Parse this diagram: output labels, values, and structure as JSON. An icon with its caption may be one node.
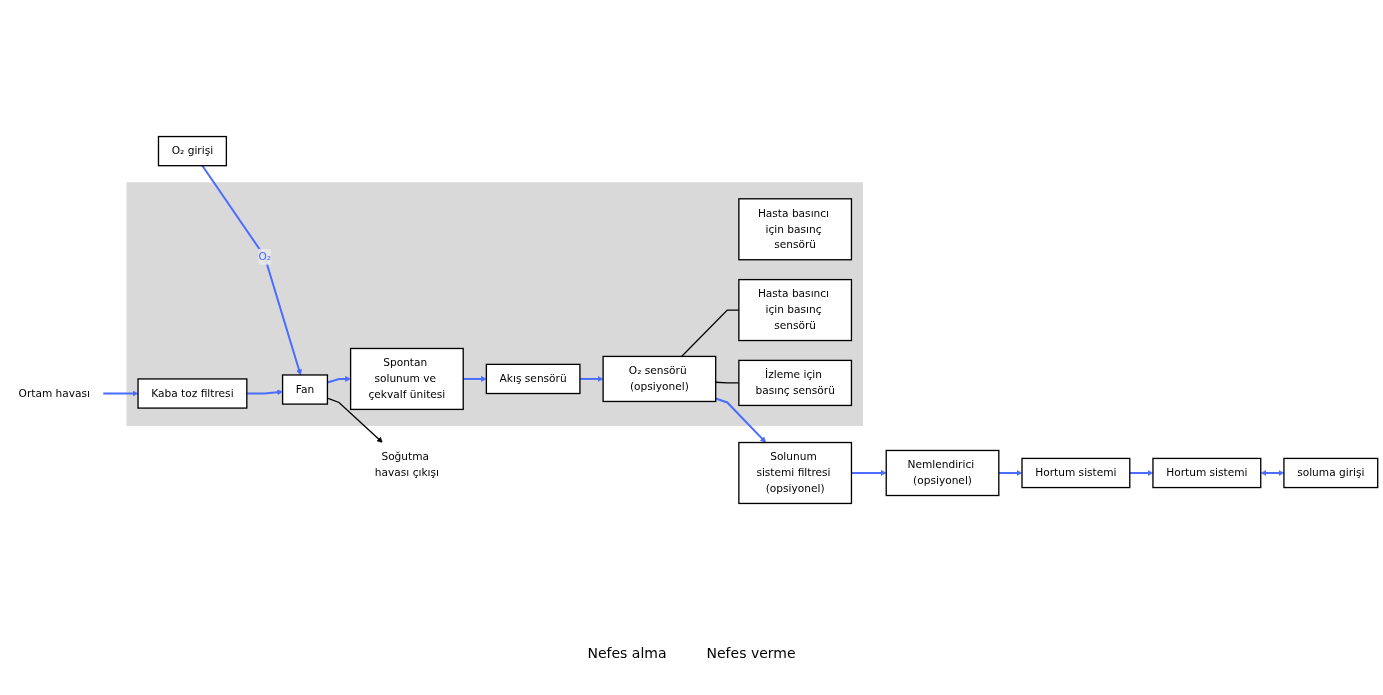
{
  "diagram": {
    "nodes": [
      {
        "text": [
          "O₂ girişi"
        ]
      },
      {
        "text": [],
        "shape": "box"
      },
      {
        "text": [
          "Kaba toz filtresi"
        ],
        "in": 1
      },
      {
        "text": [
          "Fan"
        ],
        "in": 1
      },
      {
        "text": [
          "Spontan solunum ve çekvalf ünitesi"
        ],
        "in": 1
      },
      {
        "text": [
          "Akış sensörü"
        ],
        "in": 1
      },
      {
        "text": [
          "O₂ sensörü (opsiyonel)"
        ],
        "in": 1
      },
      {
        "text": [
          "Hasta basıncı için basınç sensörü"
        ],
        "in": 1
      },
      {
        "text": [
          "Hasta basıncı için basınç sensörü"
        ],
        "in": 1
      },
      {
        "text": [
          "İzleme için basınç sensörü"
        ],
        "in": 1
      },
      {
        "text": [
          "Solunum sistemi filtresi (opsiyonel)"
        ]
      },
      {
        "text": [
          "Nemlendirici (opsiyonel)"
        ]
      },
      {
        "text": [
          "Hortum sistemi"
        ]
      },
      {
        "text": [
          "Hortum sistemi"
        ]
      },
      {
        "text": [
          "soluma girişi"
        ]
      },
      {
        "text": [
          "Ortam havası"
        ]
      },
      {
        "text": [
          "Soğutma havası çıkışı"
        ]
      }
    ],
    "edges": [
      {
        "from": 15,
        "to": 2,
        "arrow": "to"
      },
      {
        "from": 0,
        "to": 3,
        "arrow": "to",
        "label": "O₂"
      },
      {
        "from": 2,
        "to": 3,
        "arrow": "to"
      },
      {
        "from": 3,
        "to": 4,
        "arrow": "to"
      },
      {
        "from": 3,
        "to": 16,
        "arrow": "to",
        "color": "#000000"
      },
      {
        "from": 4,
        "to": 5,
        "arrow": "to"
      },
      {
        "from": 5,
        "to": 6,
        "arrow": "to"
      },
      {
        "from": 6,
        "to": 10,
        "arrow": "to"
      },
      {
        "from": 8,
        "to": 6,
        "arrow": "none",
        "color": "#000000"
      },
      {
        "from": 9,
        "to": 6,
        "arrow": "none",
        "color": "#000000"
      },
      {
        "from": 10,
        "to": 11,
        "arrow": "to"
      },
      {
        "from": 11,
        "to": 12,
        "arrow": "to"
      },
      {
        "from": 12,
        "to": 13,
        "arrow": "to"
      },
      {
        "from": 13,
        "to": 14,
        "arrow": "both"
      }
    ],
    "labels": [
      "Nefes alma",
      "Nefes verme"
    ]
  }
}
